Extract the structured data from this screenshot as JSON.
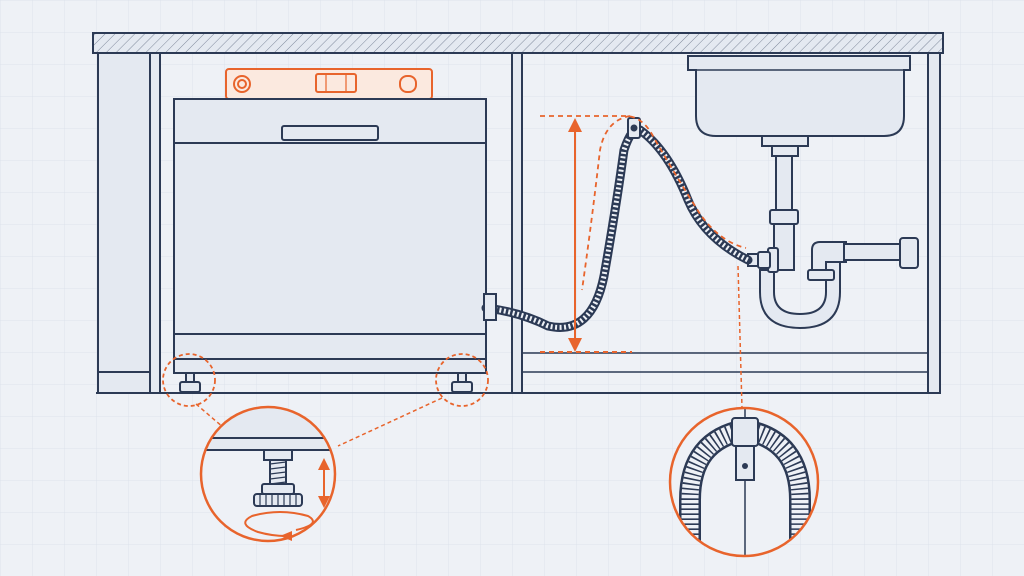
{
  "diagram": {
    "subject": "dishwasher-under-counter-installation",
    "colors": {
      "background": "#eef1f6",
      "grid": "#dde3ec",
      "line": "#2c3a55",
      "fill": "#e4e9f1",
      "accent": "#e8642c"
    },
    "parts": [
      {
        "id": "countertop",
        "label": ""
      },
      {
        "id": "base-cabinet",
        "label": ""
      },
      {
        "id": "dishwasher",
        "label": ""
      },
      {
        "id": "spirit-level",
        "label": ""
      },
      {
        "id": "sink-basin",
        "label": ""
      },
      {
        "id": "p-trap",
        "label": ""
      },
      {
        "id": "drain-hose",
        "label": ""
      },
      {
        "id": "high-loop-clip",
        "label": ""
      },
      {
        "id": "adjustable-foot",
        "label": ""
      }
    ],
    "callouts": [
      {
        "id": "leveling-foot-detail",
        "label": ""
      },
      {
        "id": "hose-clip-detail",
        "label": ""
      }
    ],
    "annotations": [
      {
        "id": "high-loop-height-arrow",
        "label": ""
      },
      {
        "id": "foot-height-arrow",
        "label": ""
      },
      {
        "id": "foot-rotate-arrow",
        "label": ""
      }
    ]
  }
}
